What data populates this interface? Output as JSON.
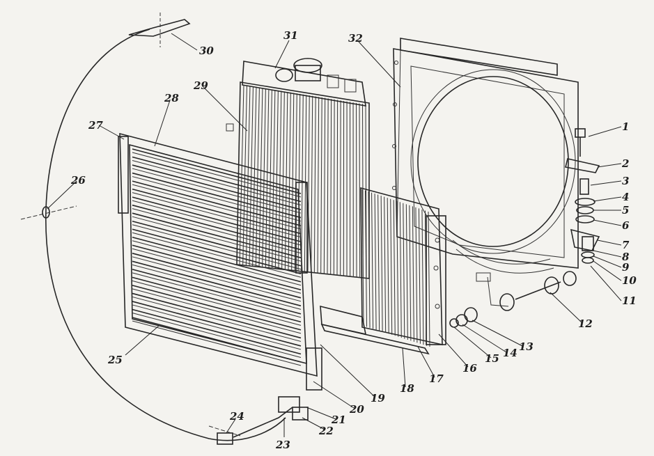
{
  "figure": {
    "callouts": [
      {
        "id": "1",
        "label": "1"
      },
      {
        "id": "2",
        "label": "2"
      },
      {
        "id": "3",
        "label": "3"
      },
      {
        "id": "4",
        "label": "4"
      },
      {
        "id": "5",
        "label": "5"
      },
      {
        "id": "6",
        "label": "6"
      },
      {
        "id": "7",
        "label": "7"
      },
      {
        "id": "8",
        "label": "8"
      },
      {
        "id": "9",
        "label": "9"
      },
      {
        "id": "10",
        "label": "10"
      },
      {
        "id": "11",
        "label": "11"
      },
      {
        "id": "12",
        "label": "12"
      },
      {
        "id": "13",
        "label": "13"
      },
      {
        "id": "14",
        "label": "14"
      },
      {
        "id": "15",
        "label": "15"
      },
      {
        "id": "16",
        "label": "16"
      },
      {
        "id": "17",
        "label": "17"
      },
      {
        "id": "18",
        "label": "18"
      },
      {
        "id": "19",
        "label": "19"
      },
      {
        "id": "20",
        "label": "20"
      },
      {
        "id": "21",
        "label": "21"
      },
      {
        "id": "22",
        "label": "22"
      },
      {
        "id": "23",
        "label": "23"
      },
      {
        "id": "24",
        "label": "24"
      },
      {
        "id": "25",
        "label": "25"
      },
      {
        "id": "26",
        "label": "26"
      },
      {
        "id": "27",
        "label": "27"
      },
      {
        "id": "28",
        "label": "28"
      },
      {
        "id": "29",
        "label": "29"
      },
      {
        "id": "30",
        "label": "30"
      },
      {
        "id": "31",
        "label": "31"
      },
      {
        "id": "32",
        "label": "32"
      }
    ]
  }
}
